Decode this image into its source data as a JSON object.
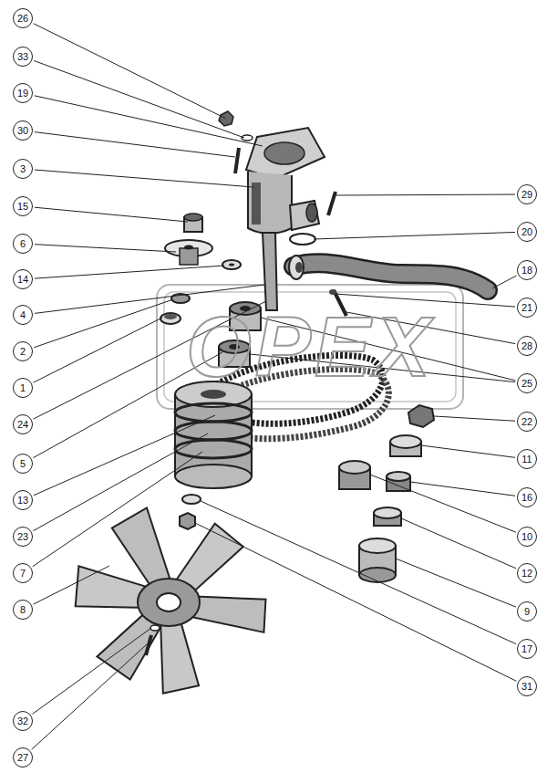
{
  "diagram": {
    "labels": [
      "26",
      "33",
      "19",
      "30",
      "3",
      "15",
      "6",
      "14",
      "4",
      "2",
      "1",
      "24",
      "5",
      "13",
      "23",
      "7",
      "8",
      "32",
      "27",
      "29",
      "20",
      "18",
      "21",
      "28",
      "25",
      "22",
      "11",
      "16",
      "10",
      "12",
      "9",
      "17",
      "31",
      "OPEX"
    ]
  }
}
